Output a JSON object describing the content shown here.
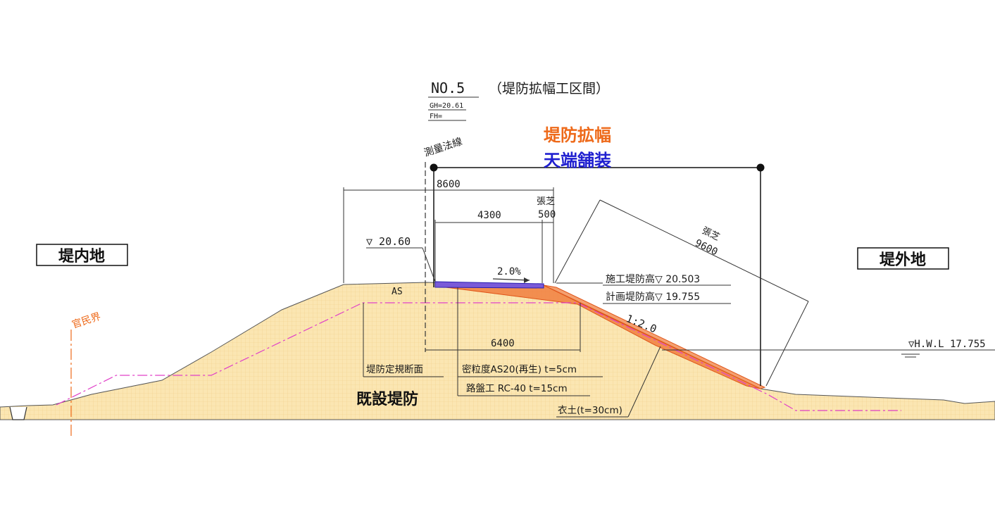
{
  "header": {
    "section_no": "NO.5",
    "section_desc": "（堤防拡幅工区間）",
    "gh": "GH=20.61",
    "fh": "FH="
  },
  "legend": {
    "widening": "堤防拡幅",
    "paving": "天端舗装",
    "widening_color": "#ee6a1a",
    "paving_color": "#2020d0"
  },
  "areas": {
    "landside": "堤内地",
    "riverside": "堤外地",
    "existing_levee": "既設堤防"
  },
  "labels": {
    "survey_line": "測量法線",
    "boundary": "官民界",
    "crown_level": "▽ 20.60",
    "as": "AS",
    "slope_crown": "2.0%",
    "build_height": "施工堤防高▽ 20.503",
    "plan_height": "計画堤防高▽ 19.755",
    "slope_ratio": "1:2.0",
    "hwl": "▽H.W.L 17.755",
    "standard_section": "堤防定規断面",
    "pavement_surface": "密粒度AS20(再生) t=5cm",
    "pavement_base": "路盤工 RC-40 t=15cm",
    "topsoil": "衣土(t=30cm)"
  },
  "dimensions": {
    "d8600": "8600",
    "d4300": "4300",
    "d500_label": "張芝",
    "d500": "500",
    "d9600_label": "張芝",
    "d9600": "9600",
    "d6400": "6400"
  }
}
